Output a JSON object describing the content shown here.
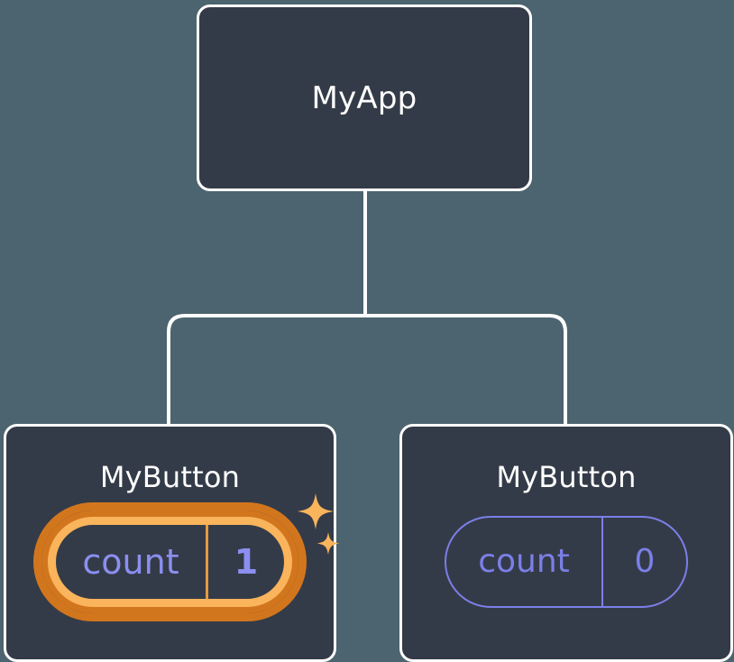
{
  "diagram": {
    "type": "component-tree",
    "title": "React component tree with local state",
    "background_color": "#4c646f",
    "node_fill_color": "#343b48",
    "node_border_color": "#ffffff",
    "connector_color": "#ffffff",
    "state_color": "#7b7fe8",
    "highlight_outer_color": "#d2761e",
    "highlight_inner_color": "#f9b45c",
    "sparkle_color": "#f9b45c"
  },
  "root": {
    "label": "MyApp"
  },
  "children": [
    {
      "label": "MyButton",
      "state": {
        "key": "count",
        "value": "1"
      },
      "highlighted": true,
      "sparkle_icons": [
        "sparkle-large-icon",
        "sparkle-small-icon"
      ]
    },
    {
      "label": "MyButton",
      "state": {
        "key": "count",
        "value": "0"
      },
      "highlighted": false
    }
  ],
  "connectors": {
    "trunk_label": "root-to-branch-connector",
    "branch_label": "branch-bar-connector",
    "left_drop_label": "left-child-connector",
    "right_drop_label": "right-child-connector"
  }
}
